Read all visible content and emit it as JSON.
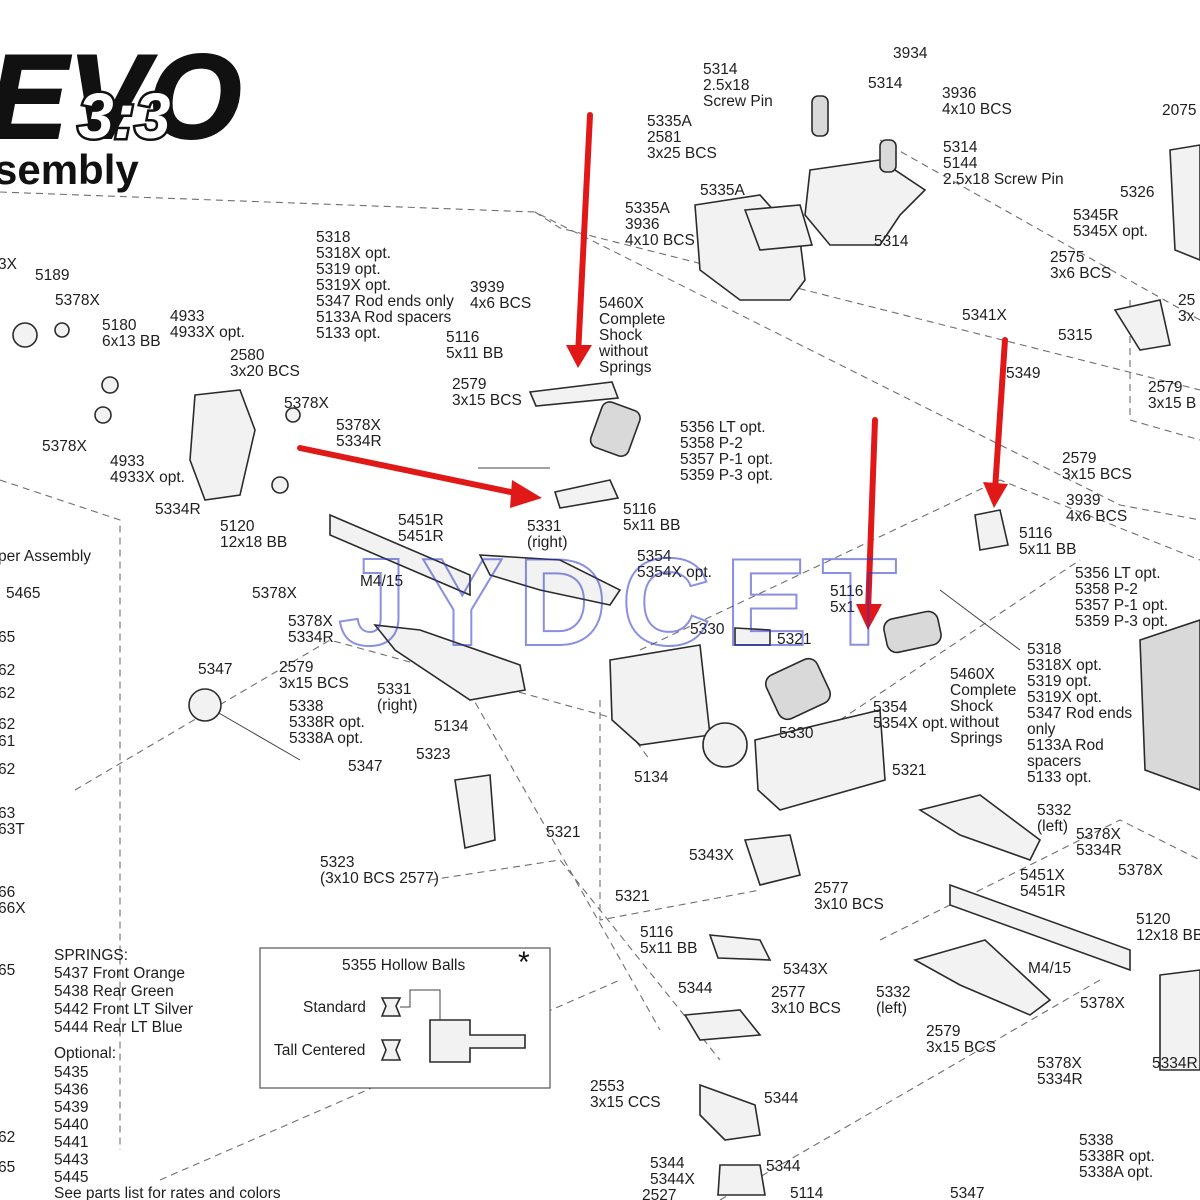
{
  "header": {
    "logo_main": "EVO",
    "logo_sub": "3:3",
    "title_fragment": "sembly",
    "tm": "™"
  },
  "watermark": "JYDCET",
  "labels": [
    {
      "id": "l3934",
      "lines": [
        "3934"
      ]
    },
    {
      "id": "l5314a",
      "lines": [
        "5314",
        "2.5x18",
        "Screw Pin"
      ]
    },
    {
      "id": "l5314b",
      "lines": [
        "5314"
      ]
    },
    {
      "id": "l3936a",
      "lines": [
        "3936",
        "4x10 BCS"
      ]
    },
    {
      "id": "l2075",
      "lines": [
        "2075"
      ]
    },
    {
      "id": "l5335a1",
      "lines": [
        "5335A",
        "2581",
        "3x25 BCS"
      ]
    },
    {
      "id": "l5314c",
      "lines": [
        "5314",
        "5144",
        "2.5x18 Screw Pin"
      ]
    },
    {
      "id": "l5335a2",
      "lines": [
        "5335A"
      ]
    },
    {
      "id": "l5326",
      "lines": [
        "5326"
      ]
    },
    {
      "id": "l5335a3",
      "lines": [
        "5335A",
        "3936",
        "4x10 BCS"
      ]
    },
    {
      "id": "l5314d",
      "lines": [
        "5314"
      ]
    },
    {
      "id": "l5345r",
      "lines": [
        "5345R",
        "5345X opt."
      ]
    },
    {
      "id": "l2575",
      "lines": [
        "2575",
        "3x6 BCS"
      ]
    },
    {
      "id": "l25x",
      "lines": [
        "25",
        "3x"
      ]
    },
    {
      "id": "l3x",
      "lines": [
        "3X"
      ]
    },
    {
      "id": "l5189",
      "lines": [
        "5189"
      ]
    },
    {
      "id": "l5378xa",
      "lines": [
        "5378X"
      ]
    },
    {
      "id": "l5318a",
      "lines": [
        "5318",
        "5318X opt.",
        "5319 opt.",
        "5319X opt.",
        "5347 Rod ends only",
        "5133A Rod spacers",
        "5133 opt."
      ]
    },
    {
      "id": "l3939a",
      "lines": [
        "3939",
        "4x6 BCS"
      ]
    },
    {
      "id": "l5460xa",
      "lines": [
        "5460X",
        "Complete",
        "Shock",
        "without",
        "Springs"
      ]
    },
    {
      "id": "l5341x",
      "lines": [
        "5341X"
      ]
    },
    {
      "id": "l5315",
      "lines": [
        "5315"
      ]
    },
    {
      "id": "l5180",
      "lines": [
        "5180",
        "6x13 BB"
      ]
    },
    {
      "id": "l4933a",
      "lines": [
        "4933",
        "4933X opt."
      ]
    },
    {
      "id": "l5116a",
      "lines": [
        "5116",
        "5x11 BB"
      ]
    },
    {
      "id": "l5349",
      "lines": [
        "5349"
      ]
    },
    {
      "id": "l2579a",
      "lines": [
        "2579",
        "3x15 B"
      ]
    },
    {
      "id": "l2580",
      "lines": [
        "2580",
        "3x20 BCS"
      ]
    },
    {
      "id": "l2579b",
      "lines": [
        "2579",
        "3x15 BCS"
      ]
    },
    {
      "id": "l5378xb",
      "lines": [
        "5378X"
      ]
    },
    {
      "id": "l5378xc",
      "lines": [
        "5378X",
        "5334R"
      ]
    },
    {
      "id": "l5378xd",
      "lines": [
        "5378X"
      ]
    },
    {
      "id": "l5356a",
      "lines": [
        "5356 LT opt.",
        "5358 P-2",
        "5357 P-1 opt.",
        "5359 P-3 opt."
      ]
    },
    {
      "id": "l4933b",
      "lines": [
        "4933",
        "4933X opt."
      ]
    },
    {
      "id": "l2579c",
      "lines": [
        "2579",
        "3x15 BCS"
      ]
    },
    {
      "id": "l3939b",
      "lines": [
        "3939",
        "4x6 BCS"
      ]
    },
    {
      "id": "l5334ra",
      "lines": [
        "5334R"
      ]
    },
    {
      "id": "l5116b",
      "lines": [
        "5116",
        "5x11 BB"
      ]
    },
    {
      "id": "l5116c",
      "lines": [
        "5116",
        "5x11 BB"
      ]
    },
    {
      "id": "l5120a",
      "lines": [
        "5120",
        "12x18 BB"
      ]
    },
    {
      "id": "l5451r",
      "lines": [
        "5451R",
        "5451R"
      ]
    },
    {
      "id": "l5331a",
      "lines": [
        "5331",
        "(right)"
      ]
    },
    {
      "id": "l5354a",
      "lines": [
        "5354",
        "5354X opt."
      ]
    },
    {
      "id": "l5356b",
      "lines": [
        "5356 LT opt.",
        "5358 P-2",
        "5357 P-1 opt.",
        "5359 P-3 opt."
      ]
    },
    {
      "id": "lper",
      "lines": [
        "per Assembly"
      ]
    },
    {
      "id": "l5465",
      "lines": [
        "5465"
      ]
    },
    {
      "id": "lm415a",
      "lines": [
        "M4/15"
      ]
    },
    {
      "id": "l5378xe",
      "lines": [
        "5378X"
      ]
    },
    {
      "id": "l5116d",
      "lines": [
        "5116",
        "5x1"
      ]
    },
    {
      "id": "l5378xf",
      "lines": [
        "5378X",
        "5334R"
      ]
    },
    {
      "id": "l5330a",
      "lines": [
        "5330"
      ]
    },
    {
      "id": "l5321a",
      "lines": [
        "5321"
      ]
    },
    {
      "id": "l5318b",
      "lines": [
        "5318",
        "5318X opt.",
        "5319 opt.",
        "5319X opt.",
        "5347 Rod ends",
        "only",
        "5133A Rod",
        "spacers",
        "5133 opt."
      ]
    },
    {
      "id": "l5460xb",
      "lines": [
        "5460X",
        "Complete",
        "Shock",
        "without",
        "Springs"
      ]
    },
    {
      "id": "l5347a",
      "lines": [
        "5347"
      ]
    },
    {
      "id": "l2579d",
      "lines": [
        "2579",
        "3x15 BCS"
      ]
    },
    {
      "id": "l5331b",
      "lines": [
        "5331",
        "(right)"
      ]
    },
    {
      "id": "l5338a",
      "lines": [
        "5338",
        "5338R opt.",
        "5338A opt."
      ]
    },
    {
      "id": "l5134a",
      "lines": [
        "5134"
      ]
    },
    {
      "id": "l5354b",
      "lines": [
        "5354",
        "5354X opt."
      ]
    },
    {
      "id": "l5330b",
      "lines": [
        "5330"
      ]
    },
    {
      "id": "l5323a",
      "lines": [
        "5323"
      ]
    },
    {
      "id": "l5347b",
      "lines": [
        "5347"
      ]
    },
    {
      "id": "l5321b",
      "lines": [
        "5321"
      ]
    },
    {
      "id": "l5134b",
      "lines": [
        "5134"
      ]
    },
    {
      "id": "l5321c",
      "lines": [
        "5321"
      ]
    },
    {
      "id": "l5332a",
      "lines": [
        "5332",
        "(left)"
      ]
    },
    {
      "id": "l5378xg",
      "lines": [
        "5378X",
        "5334R"
      ]
    },
    {
      "id": "l5323b",
      "lines": [
        "5323",
        "(3x10 BCS 2577)"
      ]
    },
    {
      "id": "l5343xa",
      "lines": [
        "5343X"
      ]
    },
    {
      "id": "l5378xh",
      "lines": [
        "5378X"
      ]
    },
    {
      "id": "l5321d",
      "lines": [
        "5321"
      ]
    },
    {
      "id": "l2577a",
      "lines": [
        "2577",
        "3x10 BCS"
      ]
    },
    {
      "id": "l5451b",
      "lines": [
        "5451X",
        "5451R"
      ]
    },
    {
      "id": "l5120b",
      "lines": [
        "5120",
        "12x18 BB"
      ]
    },
    {
      "id": "l5116e",
      "lines": [
        "5116",
        "5x11 BB"
      ]
    },
    {
      "id": "l5343xb",
      "lines": [
        "5343X"
      ]
    },
    {
      "id": "lm415b",
      "lines": [
        "M4/15"
      ]
    },
    {
      "id": "l5344a",
      "lines": [
        "5344"
      ]
    },
    {
      "id": "l2577b",
      "lines": [
        "2577",
        "3x10 BCS"
      ]
    },
    {
      "id": "l5332b",
      "lines": [
        "5332",
        "(left)"
      ]
    },
    {
      "id": "l5378xi",
      "lines": [
        "5378X"
      ]
    },
    {
      "id": "l2579e",
      "lines": [
        "2579",
        "3x15 BCS"
      ]
    },
    {
      "id": "l5378xj",
      "lines": [
        "5378X",
        "5334R"
      ]
    },
    {
      "id": "l5334rb",
      "lines": [
        "5334R"
      ]
    },
    {
      "id": "l2553",
      "lines": [
        "2553",
        "3x15 CCS"
      ]
    },
    {
      "id": "l5344b",
      "lines": [
        "5344"
      ]
    },
    {
      "id": "l5338b",
      "lines": [
        "5338",
        "5338R opt.",
        "5338A opt."
      ]
    },
    {
      "id": "l5344c",
      "lines": [
        "5344",
        "5344X"
      ]
    },
    {
      "id": "l5344d",
      "lines": [
        "5344"
      ]
    },
    {
      "id": "l2527",
      "lines": [
        "2527"
      ]
    },
    {
      "id": "l5114",
      "lines": [
        "5114"
      ]
    },
    {
      "id": "l5347c",
      "lines": [
        "5347"
      ]
    }
  ],
  "left_edge_numbers": [
    "65",
    "62",
    "62",
    "62",
    "61",
    "62",
    "63",
    "63T",
    "66",
    "66X",
    "65",
    "62",
    "65"
  ],
  "springs": {
    "heading": "SPRINGS:",
    "items": [
      "5437 Front Orange",
      "5438 Rear Green",
      "5442 Front LT Silver",
      "5444 Rear LT Blue"
    ],
    "optional_heading": "Optional:",
    "optional": [
      "5435",
      "5436",
      "5439",
      "5440",
      "5441",
      "5443",
      "5445"
    ],
    "footnote": "See parts list for rates and colors"
  },
  "hollow_balls": {
    "title": "5355 Hollow Balls",
    "asterisk": "*",
    "standard": "Standard",
    "tall": "Tall Centered"
  },
  "colors": {
    "arrow": "#e01818",
    "watermark": "#2b34c9",
    "ink": "#1e1e1e"
  }
}
